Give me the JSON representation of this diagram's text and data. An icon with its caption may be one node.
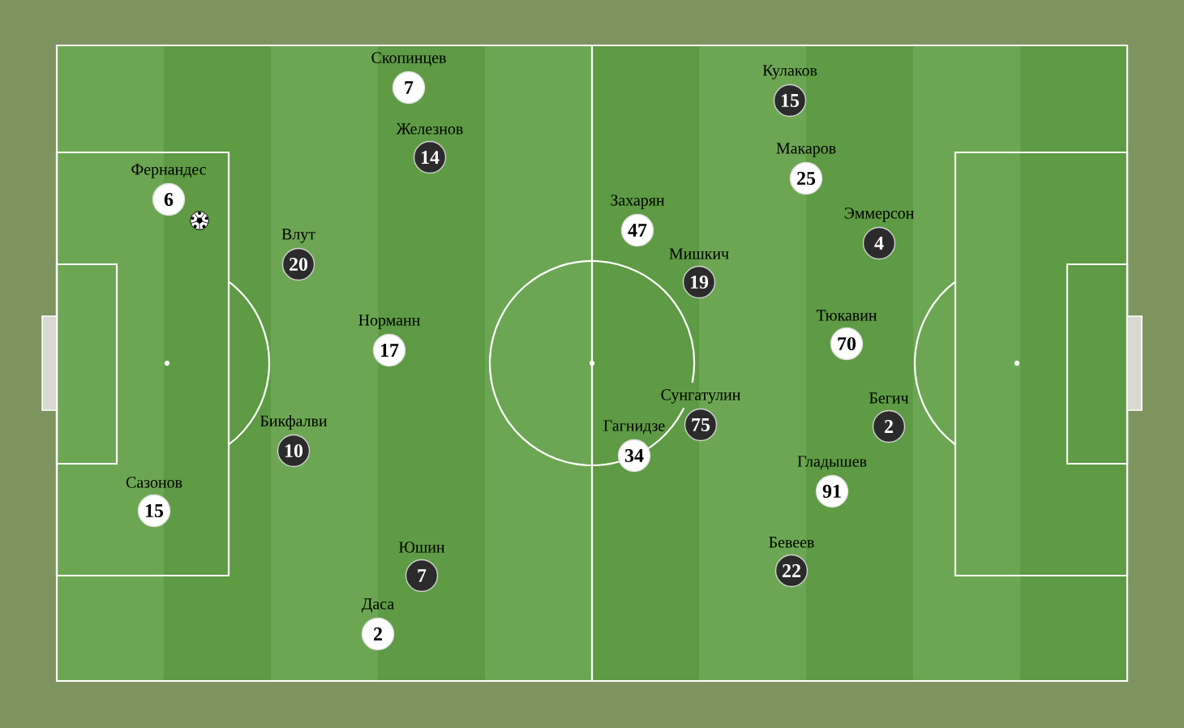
{
  "diagram": {
    "nodes": [
      {
        "text": [
          "Скопинцев",
          "7"
        ]
      },
      {
        "text": [
          "Кулаков",
          "15"
        ]
      },
      {
        "text": [
          "Железнов",
          "14"
        ]
      },
      {
        "text": [
          "Макаров",
          "25"
        ]
      },
      {
        "text": [
          "Фернандес",
          "6"
        ]
      },
      {
        "text": [
          "Захарян",
          "47"
        ]
      },
      {
        "text": [
          "Эммерсон",
          "4"
        ]
      },
      {
        "text": [
          "Влут",
          "20"
        ]
      },
      {
        "text": [
          "Мишкич",
          "19"
        ]
      },
      {
        "text": [
          "Тюкавин",
          "70"
        ]
      },
      {
        "text": [
          "Норманн",
          "17"
        ]
      },
      {
        "text": [
          "Сунгатулин",
          "75"
        ]
      },
      {
        "text": [
          "Бегич",
          "2"
        ]
      },
      {
        "text": [
          "Бикфалви",
          "10"
        ]
      },
      {
        "text": [
          "Гагнидзе",
          "34"
        ]
      },
      {
        "text": [
          "Гладышев",
          "91"
        ]
      },
      {
        "text": [
          "Сазонов",
          "15"
        ]
      },
      {
        "text": [
          "Бевеев",
          "22"
        ]
      },
      {
        "text": [
          "Юшин",
          "7"
        ]
      },
      {
        "text": [
          "Даса",
          "2"
        ]
      }
    ]
  }
}
